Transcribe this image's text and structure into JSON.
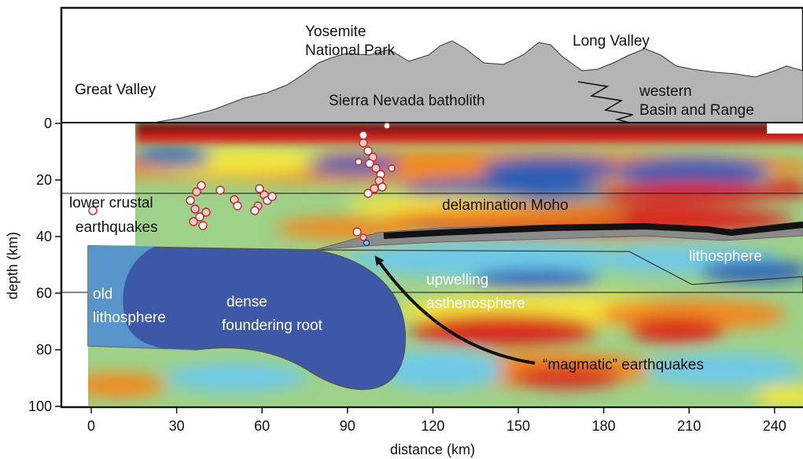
{
  "axes": {
    "xlabel": "distance (km)",
    "ylabel": "depth (km)",
    "x_ticks": [
      "0",
      "30",
      "60",
      "90",
      "120",
      "150",
      "180",
      "210",
      "240"
    ],
    "y_ticks": [
      "0",
      "20",
      "40",
      "60",
      "80",
      "100"
    ]
  },
  "topography_labels": {
    "great_valley": "Great Valley",
    "yosemite_line1": "Yosemite",
    "yosemite_line2": "National Park",
    "long_valley": "Long Valley",
    "sierra_nevada": "Sierra Nevada batholith",
    "basin_range_line1": "western",
    "basin_range_line2": "Basin and Range"
  },
  "section_labels": {
    "lower_crustal_line1": "lower crustal",
    "lower_crustal_line2": "earthquakes",
    "delamination_moho": "delamination Moho",
    "lithosphere_right": "lithosphere",
    "old_lithosphere_line1": "old",
    "old_lithosphere_line2": "lithosphere",
    "dense_root_line1": "dense",
    "dense_root_line2": "foundering root",
    "upwelling_line1": "upwelling",
    "upwelling_line2": "asthenosphere",
    "magmatic_eq": "“magmatic” earthquakes"
  },
  "colors": {
    "slow": "#7a1212",
    "red": "#d8281e",
    "orange": "#f08a24",
    "yellow": "#f3e640",
    "green": "#a6d46a",
    "cyan": "#6ec9e8",
    "blue": "#2f5fb3",
    "deep_blue": "#1c2f8a",
    "root_fill": "#3e58a8",
    "topo_fill": "#b4b4b4",
    "moho": "#111111"
  }
}
